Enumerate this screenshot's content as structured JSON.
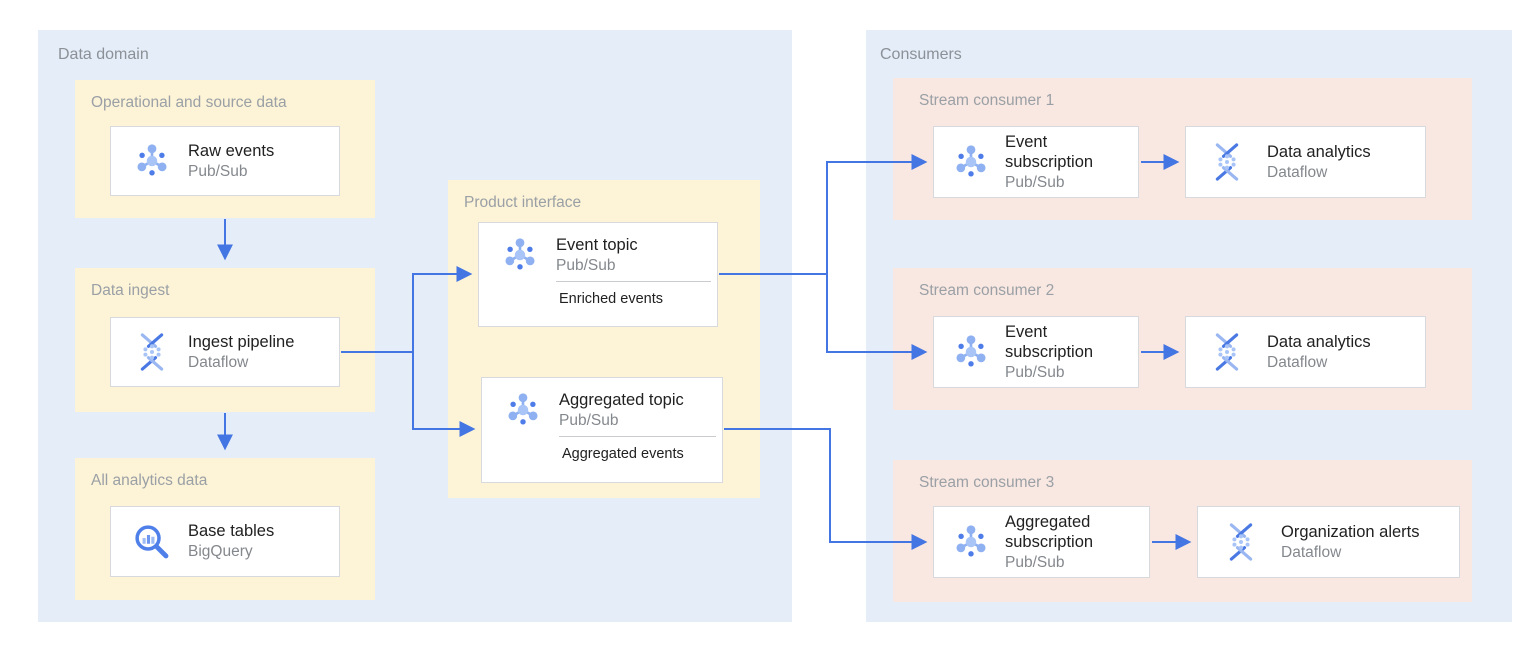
{
  "colors": {
    "container_bg": "#e5edf9",
    "zone_bg": "#fdf3d7",
    "consumer_row_bg": "#f9e7e1",
    "arrow": "#4375e3",
    "node_border": "#d7d9dc",
    "title_text": "#212121",
    "subtitle_text": "#84888d",
    "zone_label_text": "#9aa0a5"
  },
  "data_domain": {
    "label": "Data domain",
    "operational_zone": {
      "label": "Operational and source data",
      "box": {
        "icon": "pubsub-icon",
        "title": "Raw events",
        "product": "Pub/Sub"
      }
    },
    "ingest_zone": {
      "label": "Data ingest",
      "box": {
        "icon": "dataflow-icon",
        "title": "Ingest pipeline",
        "product": "Dataflow"
      }
    },
    "analytics_zone": {
      "label": "All analytics data",
      "box": {
        "icon": "bigquery-icon",
        "title": "Base tables",
        "product": "BigQuery"
      }
    },
    "product_interface_zone": {
      "label": "Product interface",
      "event_topic": {
        "icon": "pubsub-icon",
        "title": "Event topic",
        "product": "Pub/Sub",
        "tag": "Enriched events"
      },
      "aggregated_topic": {
        "icon": "pubsub-icon",
        "title": "Aggregated topic",
        "product": "Pub/Sub",
        "tag": "Aggregated events"
      }
    }
  },
  "consumers": {
    "label": "Consumers",
    "rows": [
      {
        "label": "Stream consumer 1",
        "source": {
          "icon": "pubsub-icon",
          "title": "Event subscription",
          "product": "Pub/Sub"
        },
        "sink": {
          "icon": "dataflow-icon",
          "title": "Data analytics",
          "product": "Dataflow"
        }
      },
      {
        "label": "Stream consumer 2",
        "source": {
          "icon": "pubsub-icon",
          "title": "Event subscription",
          "product": "Pub/Sub"
        },
        "sink": {
          "icon": "dataflow-icon",
          "title": "Data analytics",
          "product": "Dataflow"
        }
      },
      {
        "label": "Stream consumer 3",
        "source": {
          "icon": "pubsub-icon",
          "title": "Aggregated subscription",
          "product": "Pub/Sub"
        },
        "sink": {
          "icon": "dataflow-icon",
          "title": "Organization alerts",
          "product": "Dataflow"
        }
      }
    ]
  }
}
